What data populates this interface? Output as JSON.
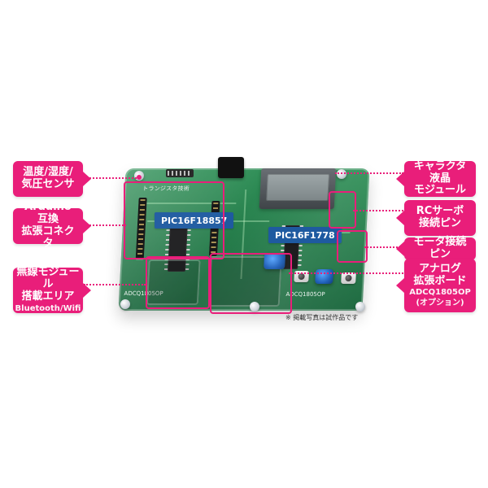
{
  "callouts": {
    "left": {
      "sensor": {
        "line1": "温度/湿度/",
        "line2": "気圧センサ"
      },
      "arduino": {
        "line1": "Arduino互換",
        "line2": "拡張コネクタ"
      },
      "wireless": {
        "line1": "無線モジュール",
        "line2": "搭載エリア",
        "sub": "Bluetooth/Wifi"
      }
    },
    "right": {
      "lcd": {
        "line1": "キャラクタ液晶",
        "line2": "モジュール"
      },
      "rc_servo": {
        "line1": "RCサーボ",
        "line2": "接続ピン"
      },
      "motor": {
        "line1": "モータ接続ピン"
      },
      "analog": {
        "line1": "アナログ",
        "line2": "拡張ボード",
        "sub1": "ADCQ1805OP",
        "sub2": "(オプション)"
      }
    }
  },
  "chips": {
    "left_mcu": "PIC16F18857",
    "right_mcu": "PIC16F1778"
  },
  "note": "※ 掲載写真は試作品です",
  "board_text": {
    "top_left_label": "トランジスタ技術",
    "bottom_left_label": "ADCQ1805OP",
    "small_right_label": "ADCQ1805OP"
  },
  "colors": {
    "magenta": "#e91e7a",
    "chip_blue": "#1e5aa0",
    "pcb_green": "#2f8f57"
  }
}
